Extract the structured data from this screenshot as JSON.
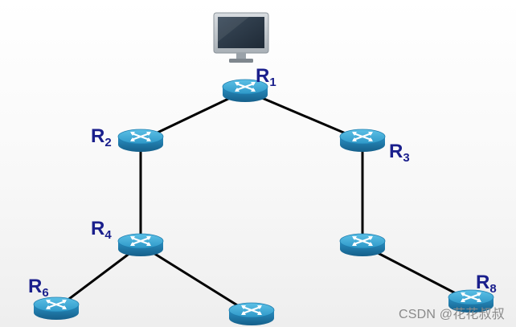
{
  "diagram": {
    "nodes": [
      {
        "id": "pc",
        "kind": "computer",
        "label": ""
      },
      {
        "id": "r1",
        "kind": "router",
        "label": "R",
        "sub": "1"
      },
      {
        "id": "r2",
        "kind": "router",
        "label": "R",
        "sub": "2"
      },
      {
        "id": "r3",
        "kind": "router",
        "label": "R",
        "sub": "3"
      },
      {
        "id": "r4",
        "kind": "router",
        "label": "R",
        "sub": "4"
      },
      {
        "id": "r5",
        "kind": "router",
        "label": "",
        "sub": ""
      },
      {
        "id": "r6",
        "kind": "router",
        "label": "R",
        "sub": "6"
      },
      {
        "id": "r7",
        "kind": "router",
        "label": "",
        "sub": ""
      },
      {
        "id": "r8",
        "kind": "router",
        "label": "R",
        "sub": "8"
      }
    ],
    "edges": [
      [
        "r1",
        "r2"
      ],
      [
        "r1",
        "r3"
      ],
      [
        "r2",
        "r4"
      ],
      [
        "r3",
        "r5"
      ],
      [
        "r4",
        "r6"
      ],
      [
        "r4",
        "r7"
      ],
      [
        "r5",
        "r8"
      ]
    ]
  },
  "colors": {
    "router_top": "#3aa3cf",
    "router_side": "#1c78a8",
    "link": "#000000",
    "label": "#1a1f8c"
  },
  "icons": {
    "router": "router-icon",
    "computer": "computer-monitor-icon"
  },
  "watermark": "CSDN @花花叔叔"
}
